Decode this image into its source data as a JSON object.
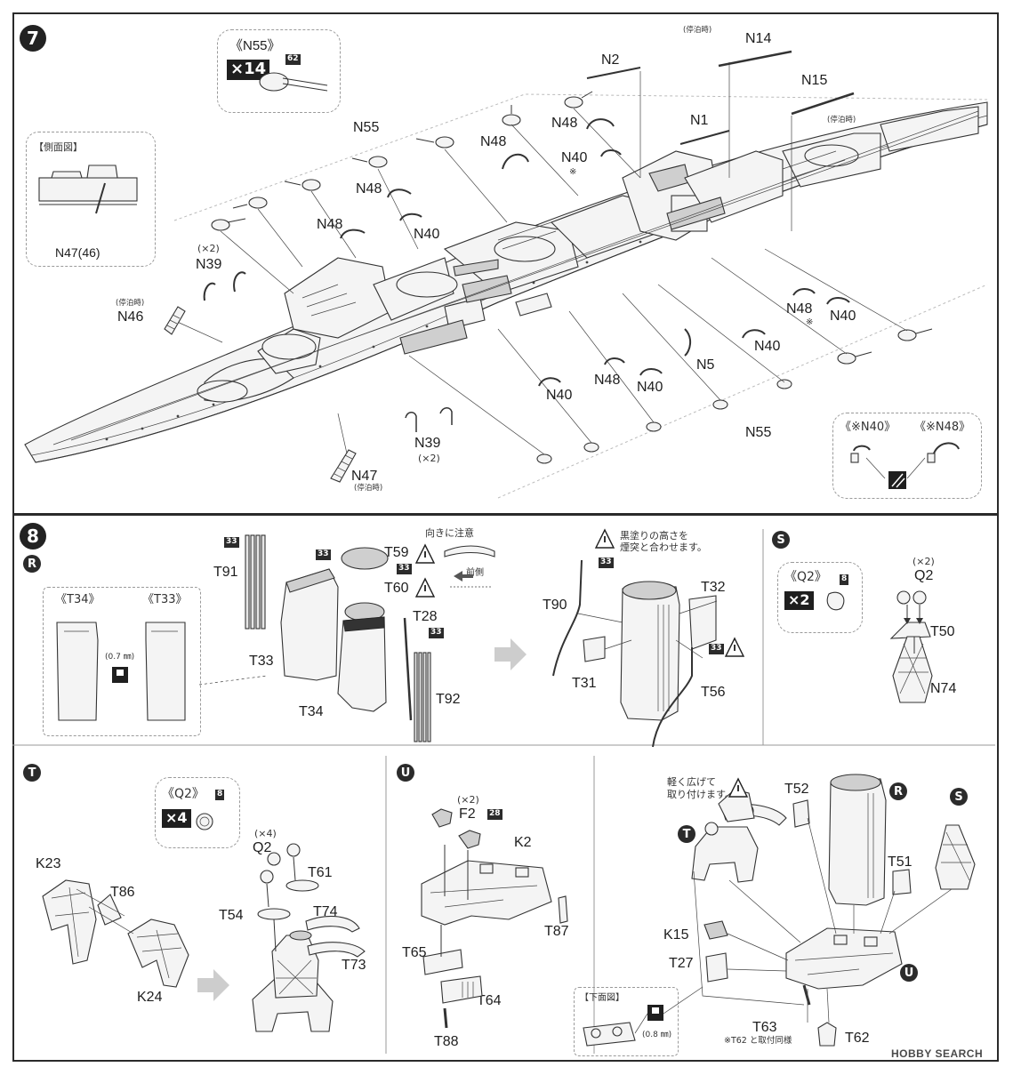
{
  "steps": {
    "s7": "7",
    "s8": "8"
  },
  "subassemblies": {
    "R": "R",
    "S": "S",
    "T": "T",
    "U": "U"
  },
  "step7": {
    "callout_n55": {
      "title": "《N55》",
      "mult": "×14",
      "paint_badge": "62"
    },
    "side_view": {
      "title": "【側面図】",
      "part": "N47(46)"
    },
    "labels": {
      "n2": "N2",
      "n14": "N14",
      "n15": "N15",
      "n1": "N1",
      "n55_top": "N55",
      "n55_bottom": "N55",
      "n48_a": "N48",
      "n48_b": "N48",
      "n48_c": "N48",
      "n48_d": "N48",
      "n48_e": "N48",
      "n40_a": "N40",
      "n40_b": "N40",
      "n40_c": "N40",
      "n40_d": "N40",
      "n40_e": "N40",
      "n40_f": "N40",
      "n39_top": "N39",
      "n39_bottom": "N39",
      "x2_top": "(×2)",
      "x2_bottom": "(×2)",
      "n46": "N46",
      "n47": "N47",
      "n5": "N5",
      "moored_n14": "(停泊時)",
      "moored_n15": "(停泊時)",
      "moored_n46": "(停泊時)",
      "moored_n47": "(停泊時)",
      "asterisk_a": "※",
      "asterisk_b": "※"
    },
    "legend": {
      "n40": "《※N40》",
      "n48": "《※N48》"
    }
  },
  "step8": {
    "r": {
      "inset_t34": "《T34》",
      "inset_t33": "《T33》",
      "thickness": "(0.7 ㎜)",
      "t91": "T91",
      "t33": "T33",
      "t34": "T34",
      "t59": "T59",
      "t60": "T60",
      "t28": "T28",
      "t92": "T92",
      "badge33": "33",
      "orientation_note": "向きに注意",
      "front_side": "前側",
      "height_note_1": "黒塗りの高さを",
      "height_note_2": "煙突と合わせます。",
      "t90": "T90",
      "t32": "T32",
      "t31": "T31",
      "t56": "T56"
    },
    "s": {
      "callout": "《Q2》",
      "mult": "×2",
      "badge": "8",
      "x2": "(×2)",
      "q2": "Q2",
      "t50": "T50",
      "n74": "N74"
    }
  },
  "step_t": {
    "callout": "《Q2》",
    "mult": "×4",
    "badge": "8",
    "k23": "K23",
    "t86": "T86",
    "k24": "K24",
    "x4": "(×4)",
    "q2": "Q2",
    "t61": "T61",
    "t54": "T54",
    "t74": "T74",
    "t73": "T73"
  },
  "step_u": {
    "x2": "(×2)",
    "f2": "F2",
    "badge": "28",
    "k2": "K2",
    "t87": "T87",
    "t65": "T65",
    "t64": "T64",
    "t88": "T88"
  },
  "final": {
    "note_1": "軽く広げて",
    "note_2": "取り付けます。",
    "t52": "T52",
    "t51": "T51",
    "k15": "K15",
    "t27": "T27",
    "t63": "T63",
    "t62_note": "※T62 と取付同様",
    "t62": "T62",
    "underside_title": "【下面図】",
    "thickness": "(0.8 ㎜)"
  },
  "watermark": "HOBBY SEARCH"
}
